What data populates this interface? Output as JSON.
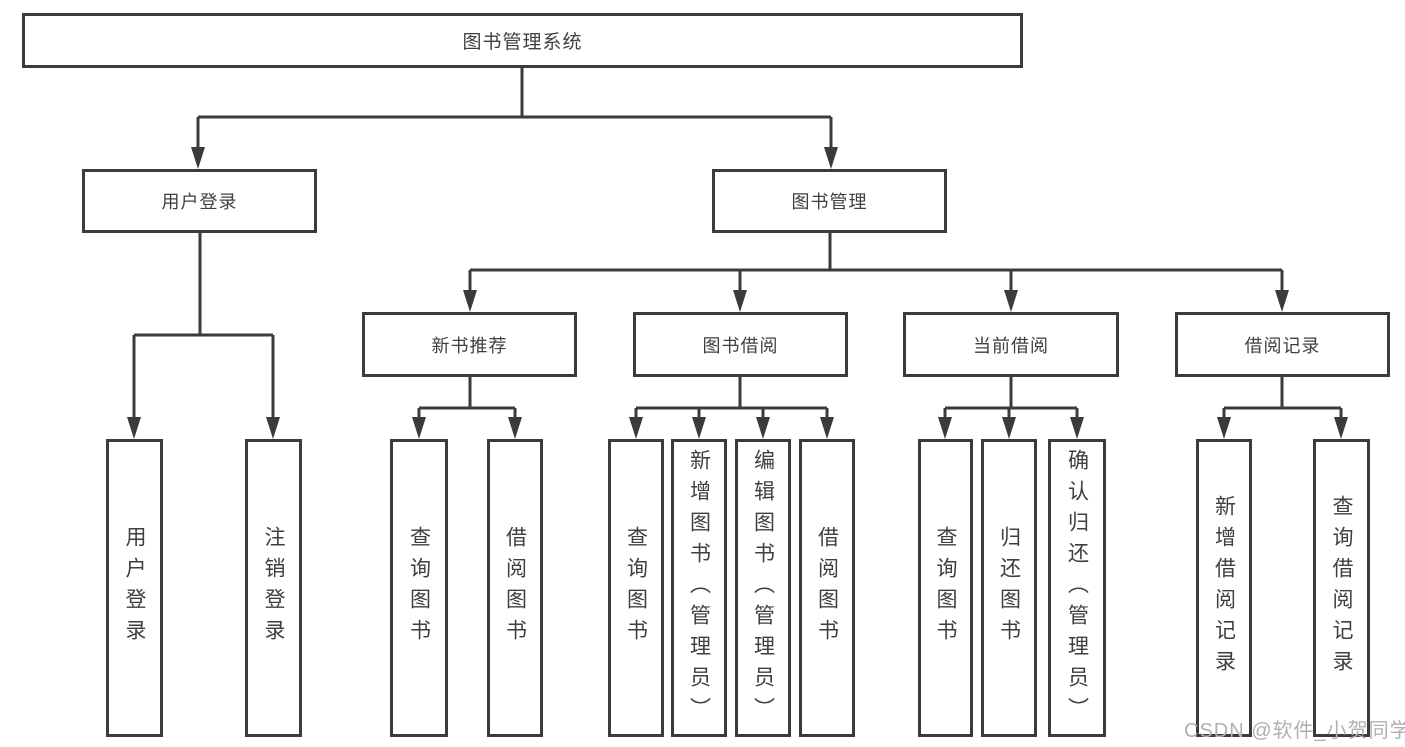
{
  "diagram_title": "图书管理系统",
  "nodes": {
    "root": {
      "label": "图书管理系统"
    },
    "level2": {
      "user_login": {
        "label": "用户登录"
      },
      "book_management": {
        "label": "图书管理"
      }
    },
    "level3": {
      "new_book_recommend": {
        "label": "新书推荐"
      },
      "book_borrow": {
        "label": "图书借阅"
      },
      "current_borrow": {
        "label": "当前借阅"
      },
      "borrow_record": {
        "label": "借阅记录"
      }
    },
    "leaves": {
      "user_login": {
        "label": "用户登录"
      },
      "logout": {
        "label": "注销登录"
      },
      "query_book_recommend": {
        "label": "查询图书"
      },
      "borrow_book_recommend": {
        "label": "借阅图书"
      },
      "query_book_borrow": {
        "label": "查询图书"
      },
      "add_book_admin": {
        "label": "新增图书（管理员）"
      },
      "edit_book_admin": {
        "label": "编辑图书（管理员）"
      },
      "borrow_book_borrow": {
        "label": "借阅图书"
      },
      "query_book_current": {
        "label": "查询图书"
      },
      "return_book": {
        "label": "归还图书"
      },
      "confirm_return_admin": {
        "label": "确认归还（管理员）"
      },
      "add_borrow_record": {
        "label": "新增借阅记录"
      },
      "query_borrow_record": {
        "label": "查询借阅记录"
      }
    }
  },
  "watermark": {
    "text": "CSDN @软件_小贺同学",
    "color": "#b3afaf"
  },
  "colors": {
    "line": "#3b3b3b",
    "box_border": "#3b3b3b",
    "text": "#3f3f3f",
    "background": "#ffffff"
  }
}
